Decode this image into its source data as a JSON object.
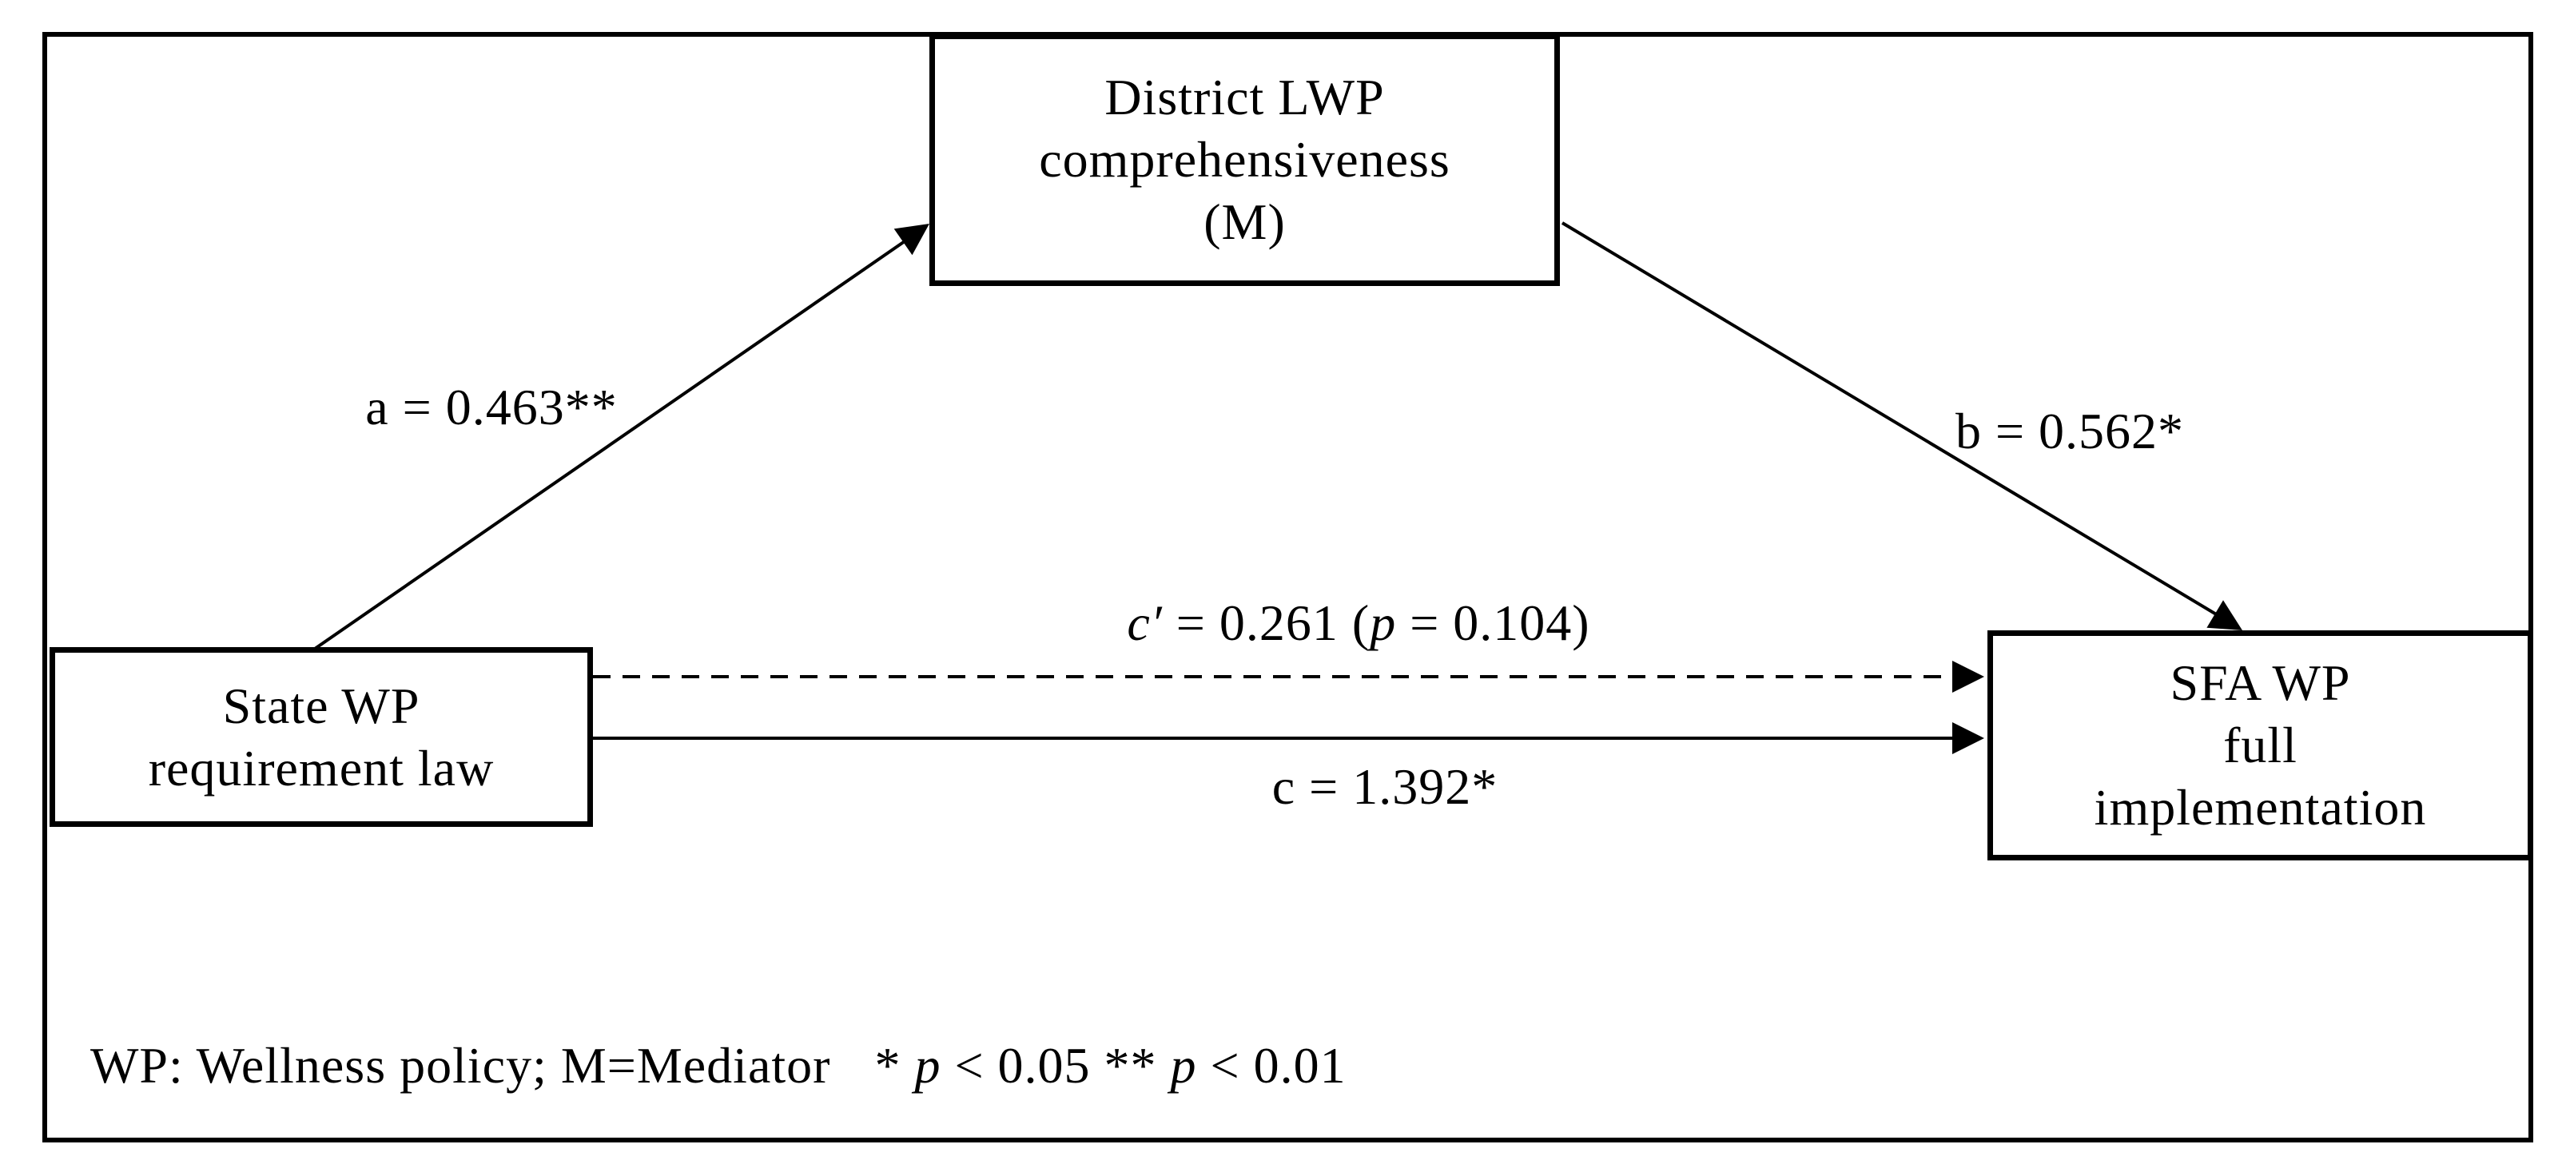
{
  "figure": {
    "boxes": {
      "mediator": {
        "line1": "District LWP",
        "line2": "comprehensiveness",
        "line3": "(M)"
      },
      "predictor": {
        "line1": "State WP",
        "line2": "requirement law"
      },
      "outcome": {
        "line1": "SFA WP",
        "line2": "full",
        "line3": "implementation"
      }
    },
    "paths": {
      "a": {
        "label": "a = 0.463**"
      },
      "b": {
        "label": "b = 0.562*"
      },
      "c_prime": {
        "var": "c′",
        "mid": " = 0.261 (",
        "p": "p",
        "end": " = 0.104)"
      },
      "c": {
        "label": "c = 1.392*"
      }
    },
    "note": {
      "definitions": "WP: Wellness policy; M=Mediator",
      "s1": "* ",
      "p1": "p",
      "s2": " < 0.05 ** ",
      "p2": "p",
      "s3": " < 0.01"
    },
    "colors": {
      "ink": "#000000",
      "background": "#ffffff"
    }
  }
}
